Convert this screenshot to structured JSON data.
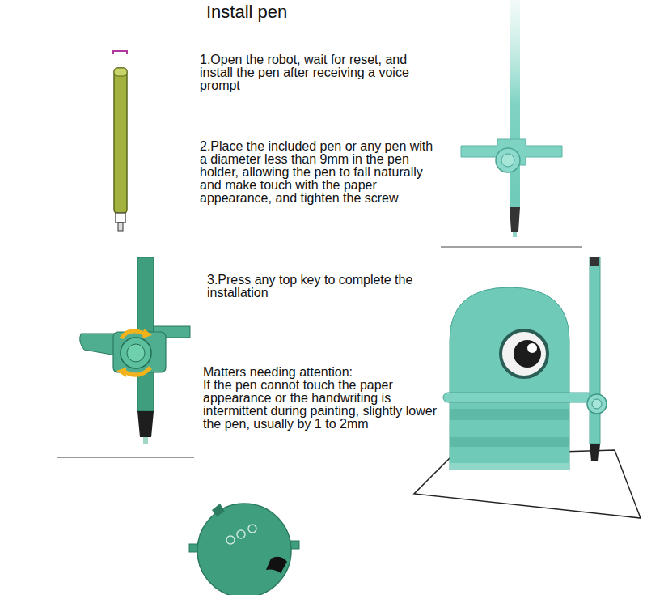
{
  "diagram": {
    "title": "Install pen",
    "labels": [
      "1.Open the robot, wait for reset, and install the pen after receiving a voice prompt",
      "2.Place the included pen or any pen with a diameter less than 9mm in the pen holder, allowing the pen to fall naturally and make touch with the paper appearance, and tighten the screw",
      "3.Press any top key to complete the installation",
      "Matters needing attention:",
      "If the pen cannot touch the paper appearance or the handwriting is intermittent during painting, slightly lower the pen, usually by 1 to 2mm"
    ]
  }
}
